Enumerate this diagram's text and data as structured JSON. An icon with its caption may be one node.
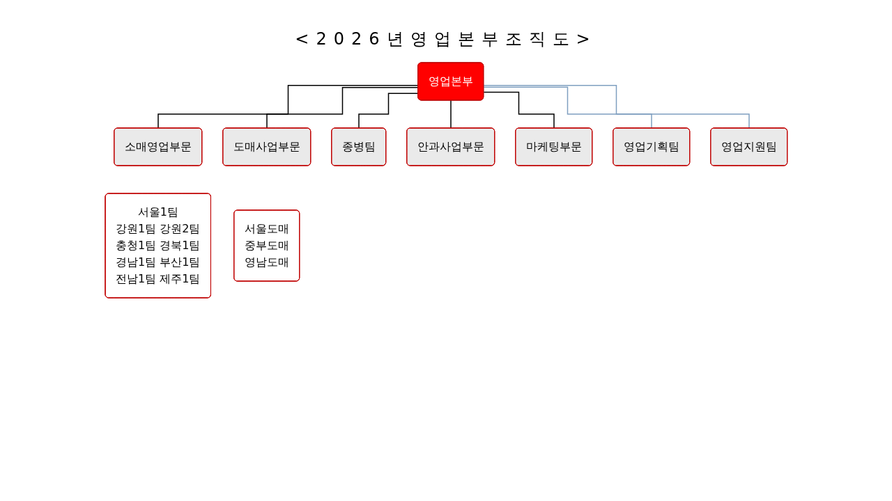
{
  "diagram": {
    "title": "<2026년영업본부조직도>",
    "nodes": [
      {
        "text": [
          "영업본부"
        ]
      },
      {
        "text": [
          "소매영업부문"
        ]
      },
      {
        "text": [
          "도매사업부문"
        ]
      },
      {
        "text": [
          "종병팀"
        ]
      },
      {
        "text": [
          "안과사업부문"
        ]
      },
      {
        "text": [
          "마케팅부문"
        ]
      },
      {
        "text": [
          "영업기획팀"
        ]
      },
      {
        "text": [
          "영업지원팀"
        ]
      },
      {
        "text": [
          "서울1팀",
          "강원1팀 강원2팀",
          "충청1팀 경북1팀",
          "경남1팀 부산1팀",
          "전남1팀 제주1팀"
        ]
      },
      {
        "text": [
          "서울도매",
          "중부도매",
          "영남도매"
        ]
      }
    ],
    "edges": [
      {
        "from": 0,
        "to": 1,
        "arrow": "none"
      },
      {
        "from": 0,
        "to": 2,
        "arrow": "none"
      },
      {
        "from": 0,
        "to": 3,
        "arrow": "none"
      },
      {
        "from": 0,
        "to": 4,
        "arrow": "none"
      },
      {
        "from": 0,
        "to": 5,
        "arrow": "none"
      },
      {
        "from": 0,
        "to": 6,
        "arrow": "none",
        "color": "#7f9fc0"
      },
      {
        "from": 0,
        "to": 7,
        "arrow": "none",
        "color": "#7f9fc0"
      }
    ]
  }
}
